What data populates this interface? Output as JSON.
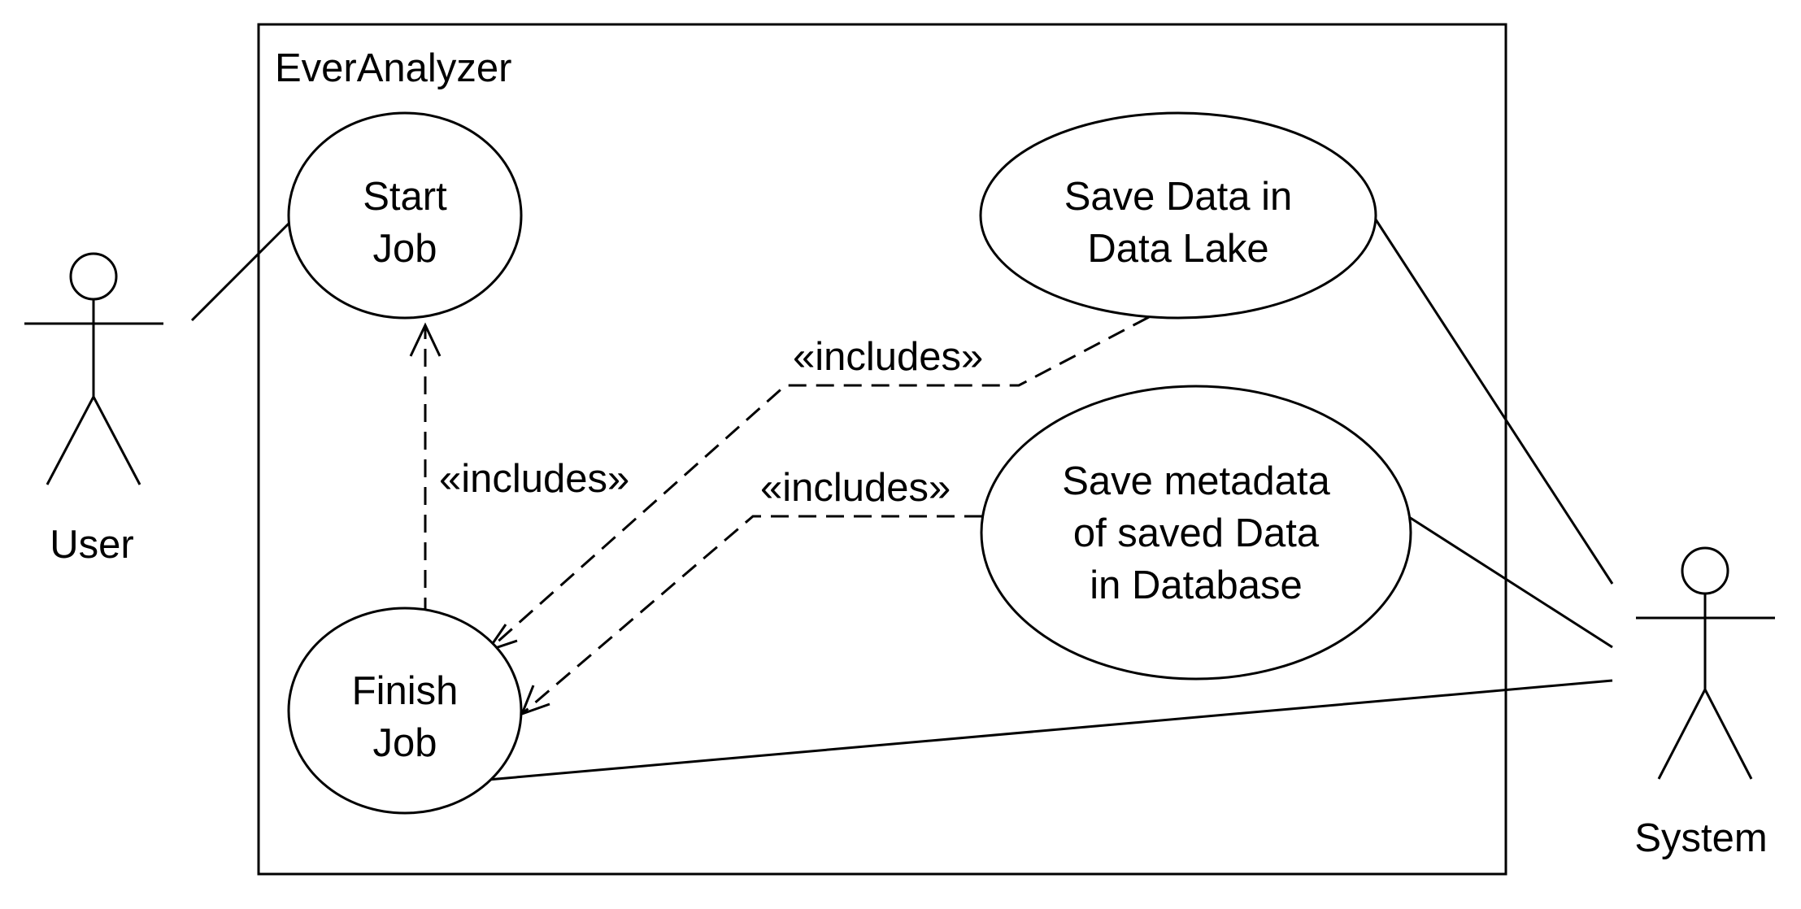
{
  "system": {
    "name": "EverAnalyzer"
  },
  "actors": {
    "user": {
      "label": "User"
    },
    "system": {
      "label": "System"
    }
  },
  "use_cases": {
    "start_job": {
      "line1": "Start",
      "line2": "Job"
    },
    "finish_job": {
      "line1": "Finish",
      "line2": "Job"
    },
    "save_data_lake": {
      "line1": "Save Data in",
      "line2": "Data Lake"
    },
    "save_metadata": {
      "line1": "Save metadata",
      "line2": "of saved Data",
      "line3": "in Database"
    }
  },
  "relations": {
    "includes_start": "«includes»",
    "includes_data_lake": "«includes»",
    "includes_metadata": "«includes»"
  }
}
